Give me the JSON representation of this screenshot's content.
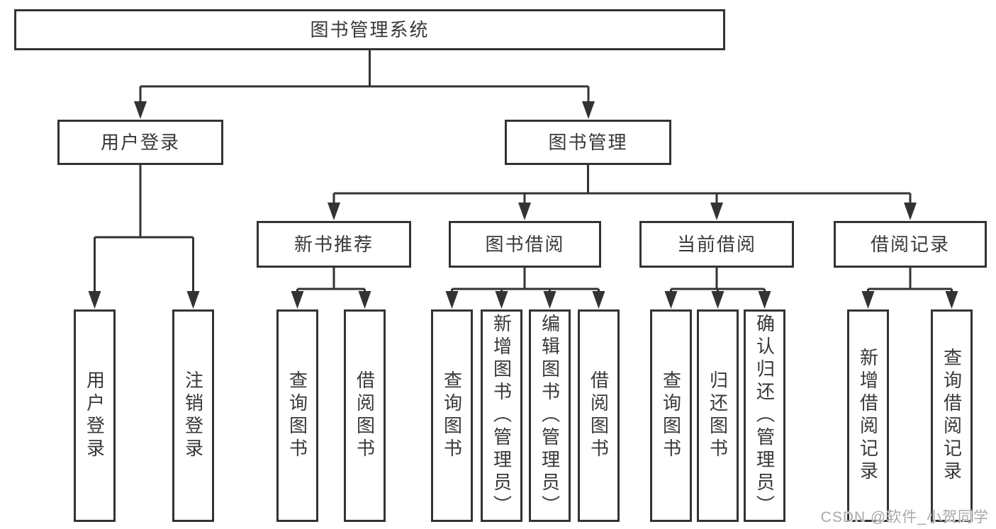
{
  "tree": {
    "root": "图书管理系统",
    "children": [
      {
        "label": "用户登录",
        "children": [
          "用户登录",
          "注销登录"
        ]
      },
      {
        "label": "图书管理",
        "children": [
          {
            "label": "新书推荐",
            "children": [
              "查询图书",
              "借阅图书"
            ]
          },
          {
            "label": "图书借阅",
            "children": [
              "查询图书",
              "新增图书（管理员）",
              "编辑图书（管理员）",
              "借阅图书"
            ]
          },
          {
            "label": "当前借阅",
            "children": [
              "查询图书",
              "归还图书",
              "确认归还（管理员）"
            ]
          },
          {
            "label": "借阅记录",
            "children": [
              "新增借阅记录",
              "查询借阅记录"
            ]
          }
        ]
      }
    ]
  },
  "colors": {
    "line": "#333333",
    "text": "#38383a",
    "watermark": "#a9a9a9",
    "background": "#ffffff"
  },
  "watermark": {
    "text": "CSDN @软件_小贺同学"
  }
}
